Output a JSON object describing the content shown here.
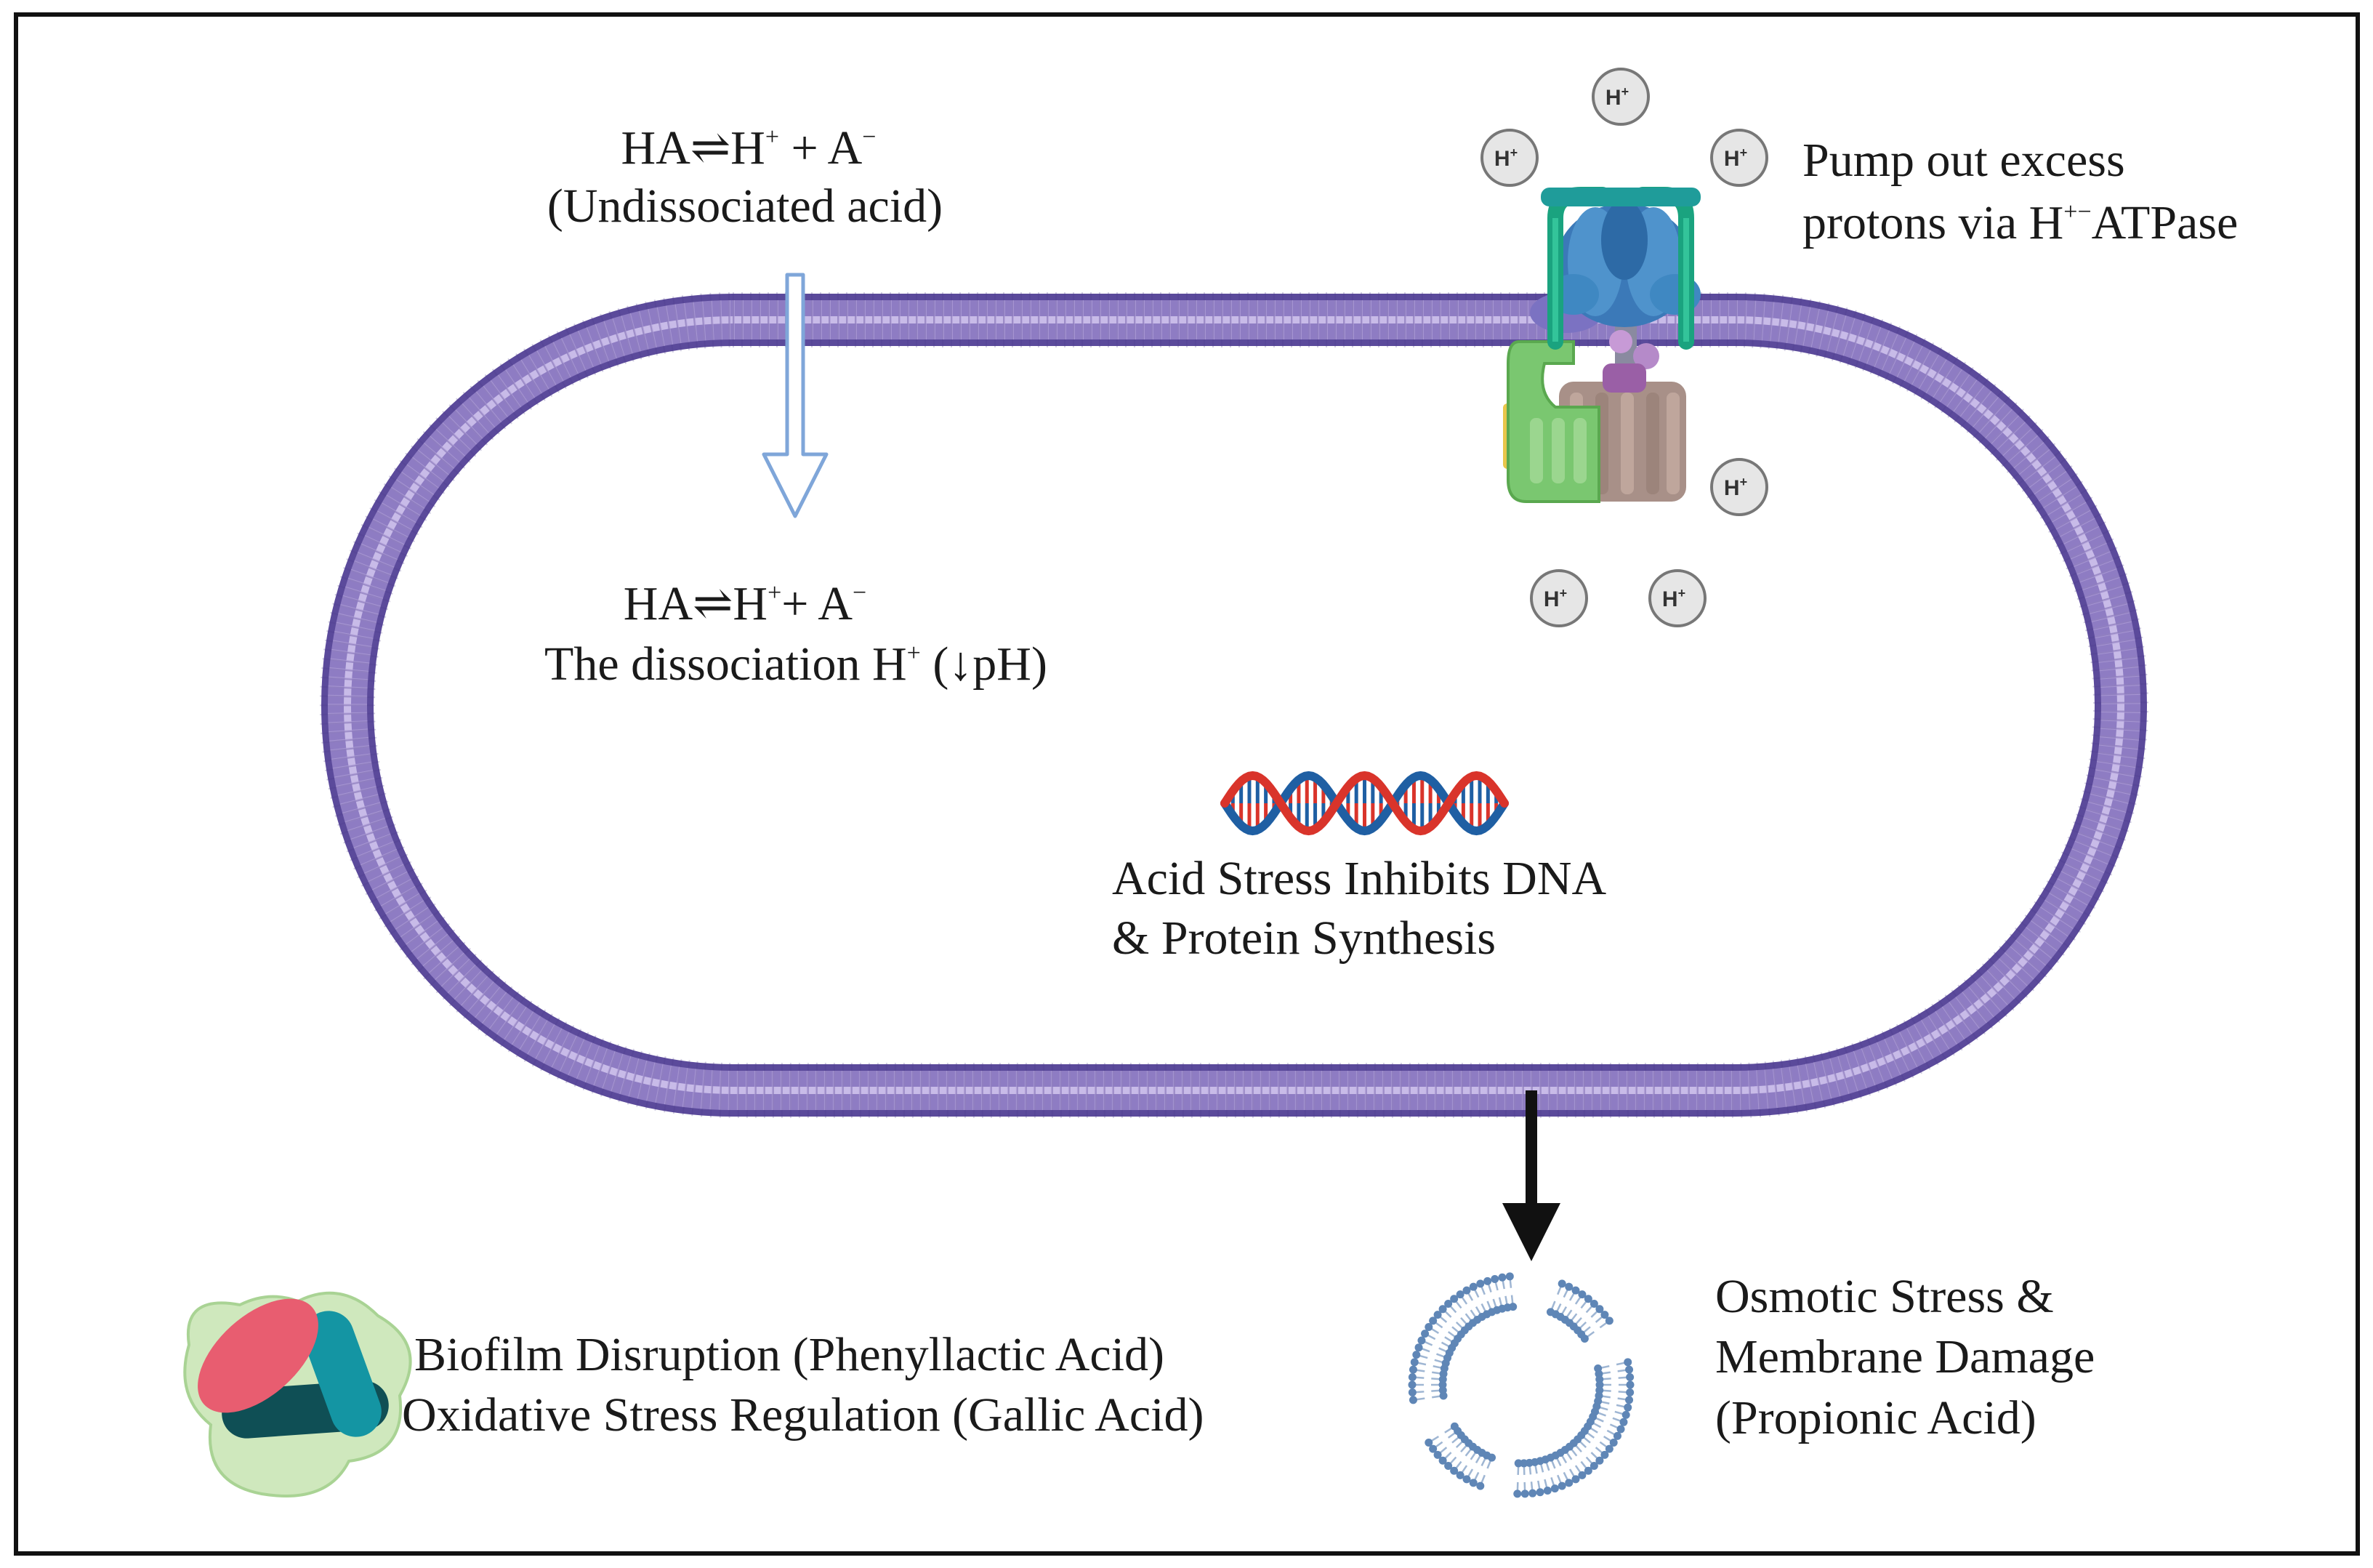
{
  "outside": {
    "line1_base": "HA⇌H",
    "line1_sup": "+",
    "line1_mid": " + A",
    "line1_sup2": "−",
    "line2": "(Undissociated acid)"
  },
  "inside": {
    "line1_base": "HA⇌H",
    "line1_sup": "+",
    "line1_mid": "+ A",
    "line1_sup2": "−",
    "line2_a": "The dissociation H",
    "line2_sup": "+",
    "line2_b": " (↓pH)"
  },
  "pump": {
    "line1": "Pump out excess",
    "line2_a": "protons via H",
    "line2_sup": "+−",
    "line2_b": "ATPase"
  },
  "proton": {
    "base": "H",
    "sup": "+"
  },
  "dna": {
    "line1": "Acid Stress Inhibits DNA",
    "line2": "& Protein Synthesis"
  },
  "biofilm": {
    "line1": "Biofilm Disruption (Phenyllactic Acid)",
    "line2": "Oxidative Stress Regulation (Gallic Acid)"
  },
  "osmotic": {
    "line1": "Osmotic Stress &",
    "line2": "Membrane Damage",
    "line3": "(Propionic Acid)"
  },
  "colors": {
    "membrane_outer": "#5b4a9b",
    "membrane_light": "#b7a6dd",
    "membrane_mid": "#8e7cc3",
    "arrow_blue": "#7fa6d9",
    "atpase_teal": "#1f9c9a",
    "atpase_blue": "#3b79b8",
    "atpase_green": "#7ac770",
    "dna_red": "#d9342b",
    "dna_blue": "#1f5fa3"
  }
}
